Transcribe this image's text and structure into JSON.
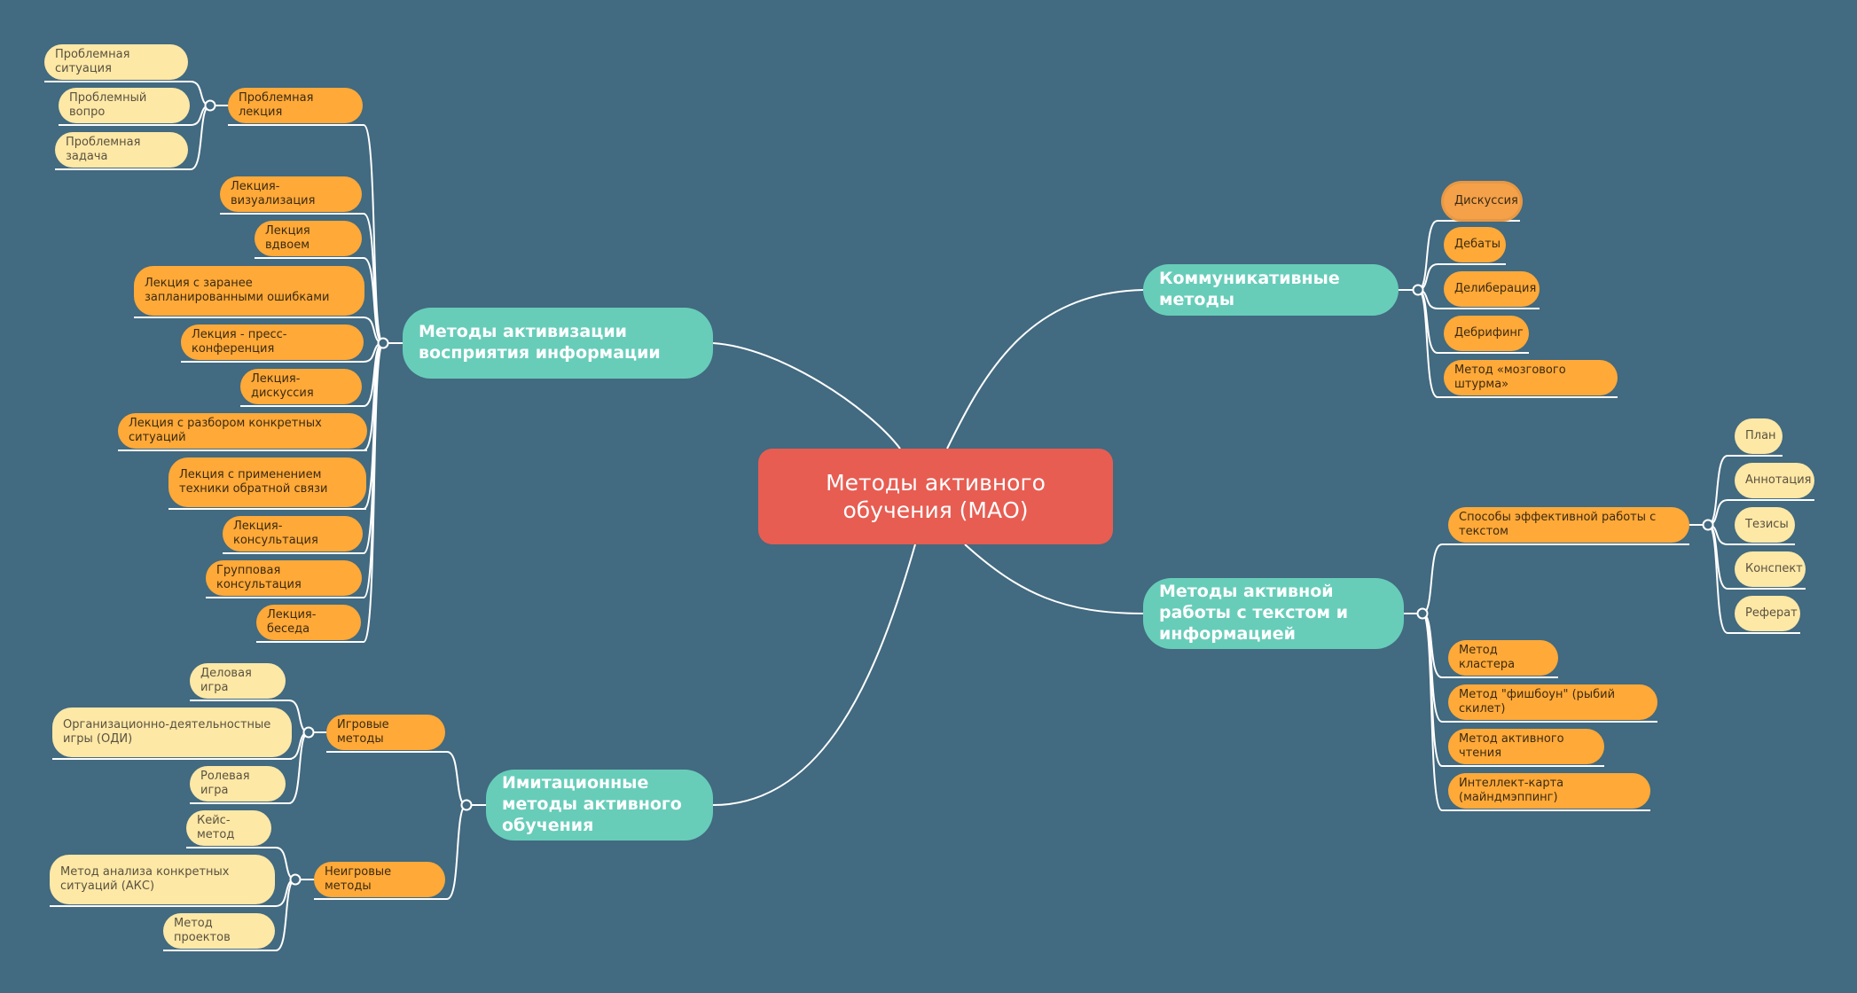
{
  "central": {
    "label": "Методы активного обучения (МАО)"
  },
  "branches": {
    "perception": {
      "label": "Методы активизации восприятия информации",
      "problem_lecture": {
        "label": "Проблемная лекция",
        "children": [
          "Проблемная ситуация",
          "Проблемный вопро",
          "Проблемная задача"
        ]
      },
      "items": [
        "Лекция-визуализация",
        "Лекция вдвоем",
        "Лекция с заранее запланированными ошибками",
        "Лекция - пресс-конференция",
        "Лекция-дискуссия",
        "Лекция с разбором конкретных ситуаций",
        "Лекция с применением техники обратной связи",
        "Лекция-консультация",
        "Групповая консультация",
        "Лекция-беседа"
      ]
    },
    "communicative": {
      "label": "Коммуникативные методы",
      "items": [
        "Дискуссия",
        "Дебаты",
        "Делиберация",
        "Дебрифинг",
        "Метод «мозгового штурма»"
      ],
      "selected_item": "Дискуссия"
    },
    "text": {
      "label": "Методы активной работы с текстом и информацией",
      "effective": {
        "label": "Способы эффективной работы с текстом",
        "children": [
          "План",
          "Аннотация",
          "Тезисы",
          "Конспект",
          "Реферат"
        ]
      },
      "items": [
        "Метод кластера",
        "Метод \"фишбоун\" (рыбий скилет)",
        "Метод активного чтения",
        "Интеллект-карта (майндмэппинг)"
      ]
    },
    "imitation": {
      "label": "Имитационные методы активного обучения",
      "game": {
        "label": "Игровые  методы",
        "children": [
          "Деловая игра",
          "Организационно-деятельностные игры (ОДИ)",
          "Ролевая игра"
        ]
      },
      "nongame": {
        "label": "Неигровые  методы",
        "children": [
          "Кейс-метод",
          "Метод анализа конкретных ситуаций (АКС)",
          "Метод проектов"
        ]
      }
    }
  },
  "colors": {
    "background": "#426a80",
    "central": "#e75d52",
    "branch": "#67cdb9",
    "sub": "#ffa938",
    "leaf": "#fde8a6",
    "line": "#ffffff"
  }
}
